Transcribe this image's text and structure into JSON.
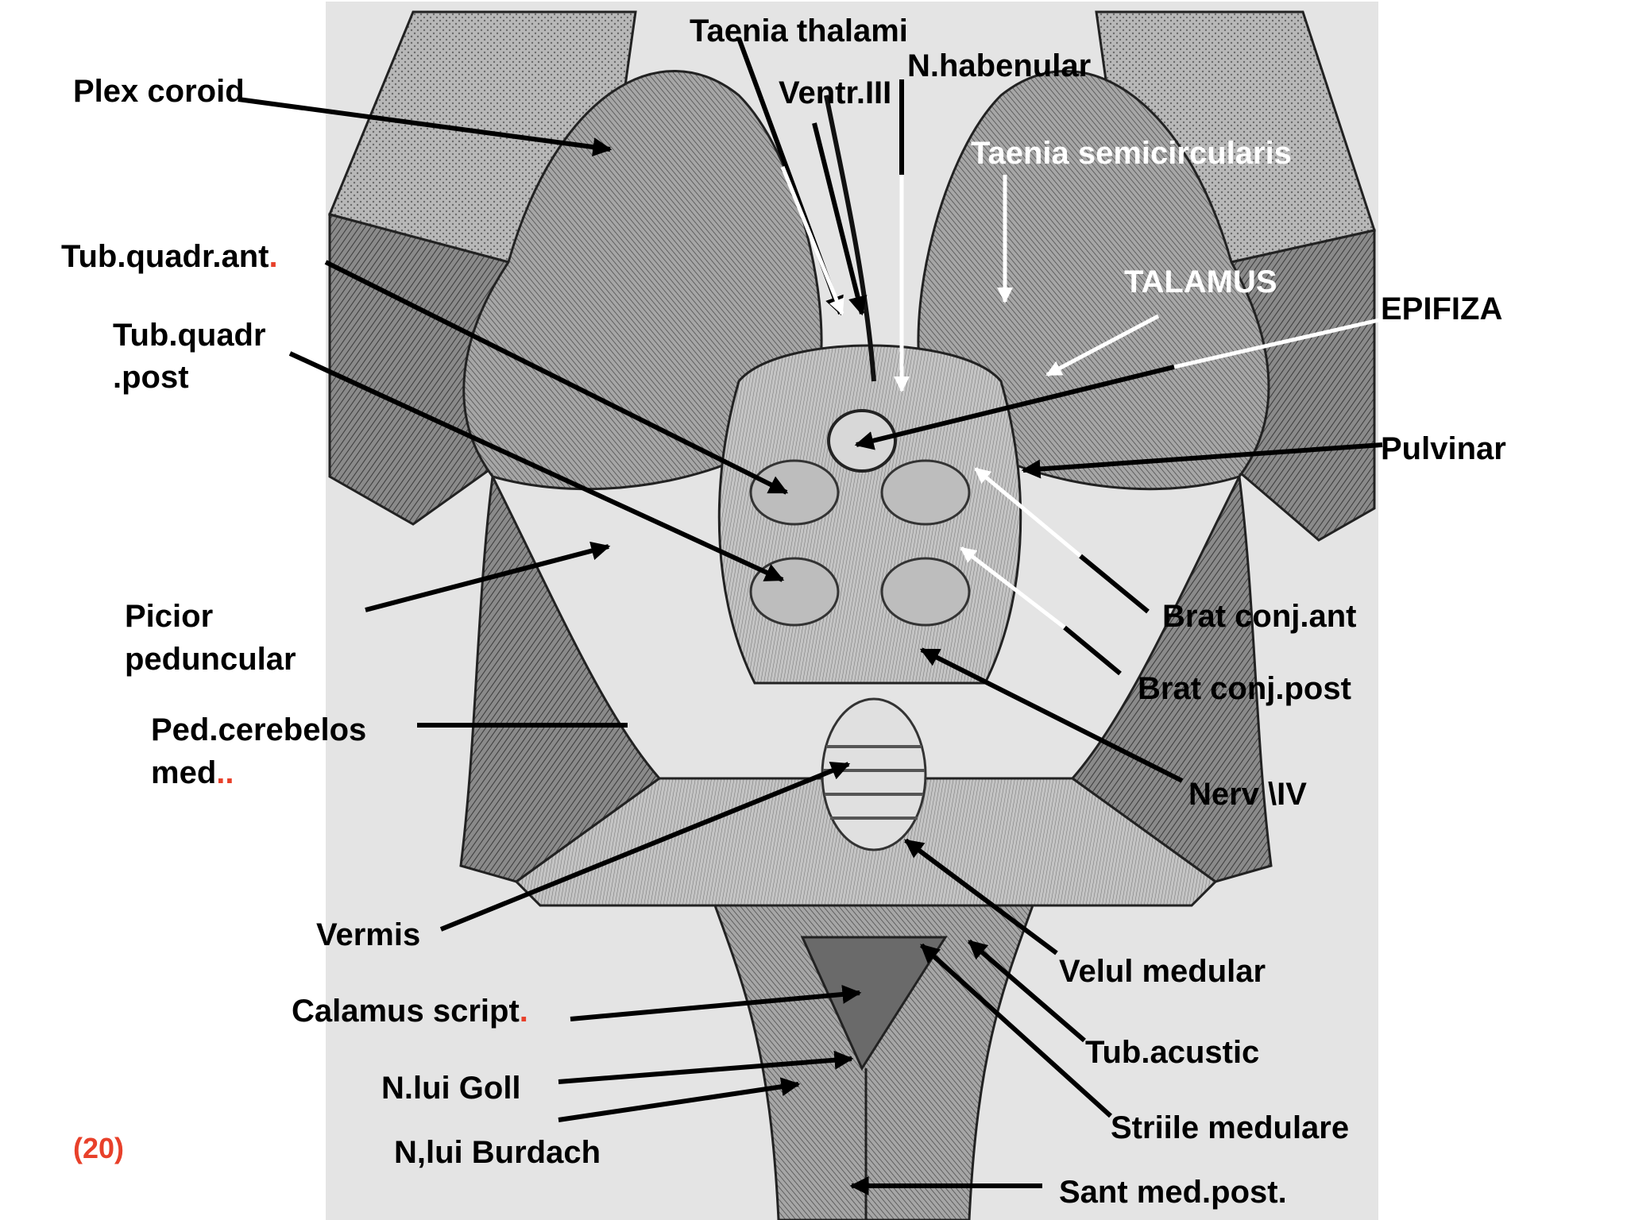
{
  "labels": {
    "plex_coroid": "Plex coroid",
    "taenia_thalami": "Taenia thalami",
    "n_habenular": "N.habenular",
    "ventr_iii": "Ventr.III",
    "taenia_semicircularis": "Taenia semicircularis",
    "talamus": "TALAMUS",
    "epifiza": "EPIFIZA",
    "tub_quadr_ant": "Tub.quadr.ant",
    "tub_quadr_ant_dot": ".",
    "tub_quadr_post_line1": "Tub.quadr",
    "tub_quadr_post_line2": ".post",
    "pulvinar": "Pulvinar",
    "picior_line1": "Picior",
    "picior_line2": "peduncular",
    "brat_conj_ant": "Brat conj.ant",
    "brat_conj_post": "Brat conj.post",
    "ped_cerebelos_line1": "Ped.cerebelos",
    "ped_cerebelos_line2": "med",
    "ped_cerebelos_dots": "..",
    "nerv_iv": "Nerv \\IV",
    "vermis": "Vermis",
    "velul_medular": "Velul medular",
    "calamus_script": "Calamus script",
    "calamus_dot": ".",
    "tub_acustic": "Tub.acustic",
    "n_lui_goll": "N.lui Goll",
    "striile_medulare": "Striile medulare",
    "n_lui_burdach": "N,lui Burdach",
    "sant_med_post": "Sant med.post."
  },
  "page_number": "(20)",
  "colors": {
    "label_text": "#000000",
    "accent_red": "#e8402a",
    "arrow_black": "#000000",
    "arrow_white": "#ffffff",
    "engraving_light": "#d6d6d6",
    "engraving_dark": "#2a2a2a"
  },
  "illustration": "engraving-brainstem-dorsal-view"
}
